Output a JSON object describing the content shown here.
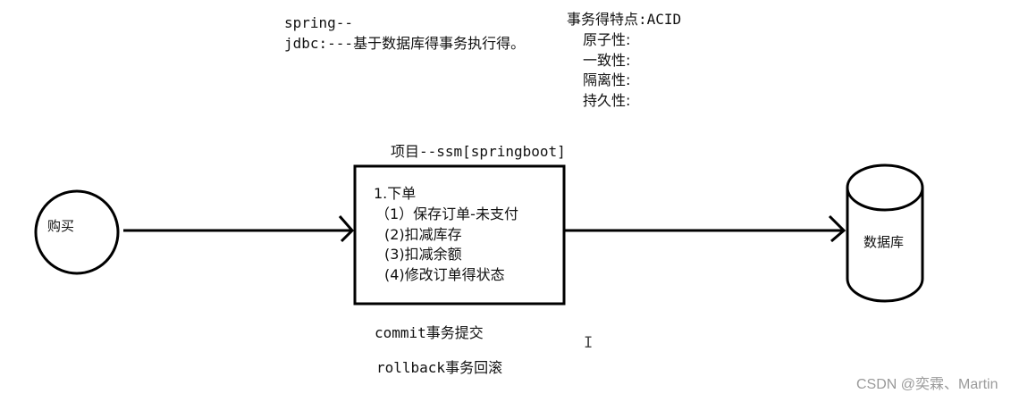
{
  "top_notes": {
    "line1": "spring--",
    "line2": "jdbc:---基于数据库得事务执行得。"
  },
  "acid": {
    "title": "事务得特点:ACID",
    "items": [
      "原子性:",
      "一致性:",
      "隔离性:",
      "持久性:"
    ]
  },
  "project_label": "项目--ssm[springboot]",
  "buy_node": "购买",
  "order_box": {
    "title": "1.下单",
    "steps": [
      "（1）保存订单-未支付",
      "(2)扣减库存",
      "(3)扣减余额",
      "(4)修改订单得状态"
    ]
  },
  "database_node": "数据库",
  "commit_text": "commit事务提交",
  "rollback_text": "rollback事务回滚",
  "cursor_glyph": "I",
  "watermark": "CSDN @奕霖、Martin",
  "colors": {
    "stroke": "#000000",
    "text": "#111111",
    "watermark": "#9a9a9a"
  }
}
